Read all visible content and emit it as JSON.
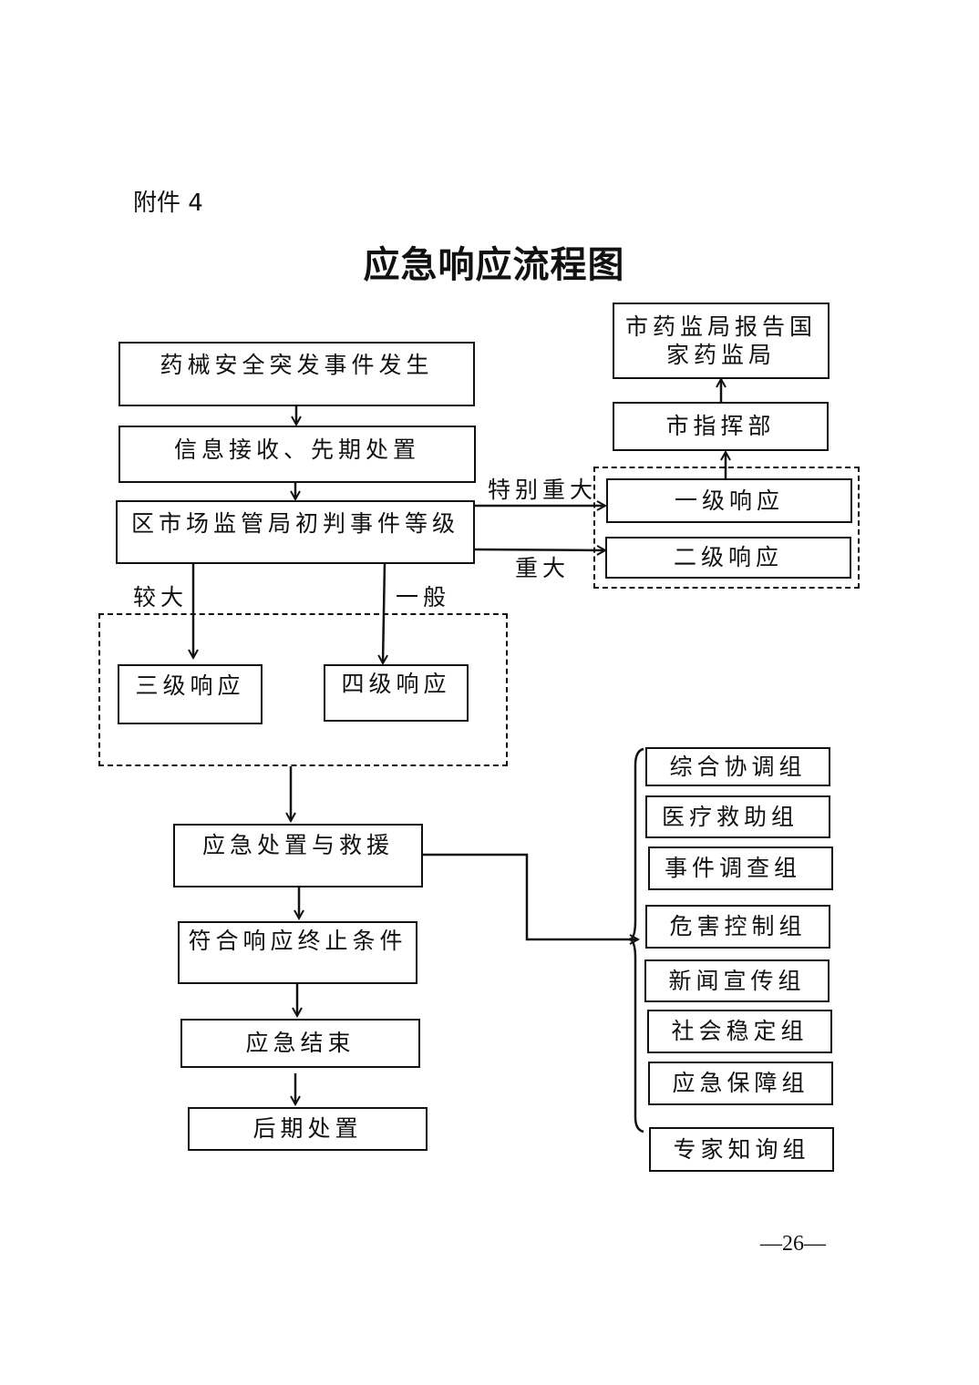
{
  "header": {
    "attachment_label": "附件 4",
    "title": "应急响应流程图"
  },
  "flow": {
    "event_occurs": "药械安全突发事件发生",
    "info_receive": "信息接收、先期处置",
    "district_judge": "区市场监管局初判事件等级",
    "level1": "一级响应",
    "level2": "二级响应",
    "level3": "三级响应",
    "level4": "四级响应",
    "city_command": "市指挥部",
    "city_report_line1": "市药监局报告国",
    "city_report_line2": "家药监局",
    "disposal": "应急处置与救援",
    "termination": "符合响应终止条件",
    "end": "应急结束",
    "aftermath": "后期处置"
  },
  "edge_labels": {
    "especially_major": "特别重大",
    "major": "重大",
    "larger": "较大",
    "general": "一般"
  },
  "groups": [
    "综合协调组",
    "医疗救助组",
    "事件调查组",
    "危害控制组",
    "新闻宣传组",
    "社会稳定组",
    "应急保障组",
    "专家知询组"
  ],
  "footer": {
    "page_number": "—26—"
  }
}
